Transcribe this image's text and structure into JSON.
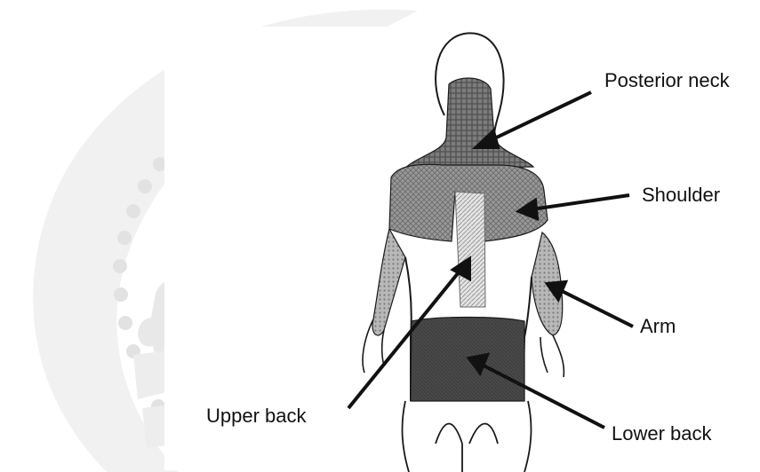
{
  "diagram": {
    "labels": {
      "posterior_neck": "Posterior neck",
      "shoulder": "Shoulder",
      "arm": "Arm",
      "upper_back": "Upper back",
      "lower_back": "Lower back"
    },
    "colors": {
      "outline": "#1a1a1a",
      "shading_light": "#b0b0b0",
      "shading_mid": "#8c8c8c",
      "shading_dark": "#4d4d4d",
      "watermark": "#ececec"
    }
  }
}
